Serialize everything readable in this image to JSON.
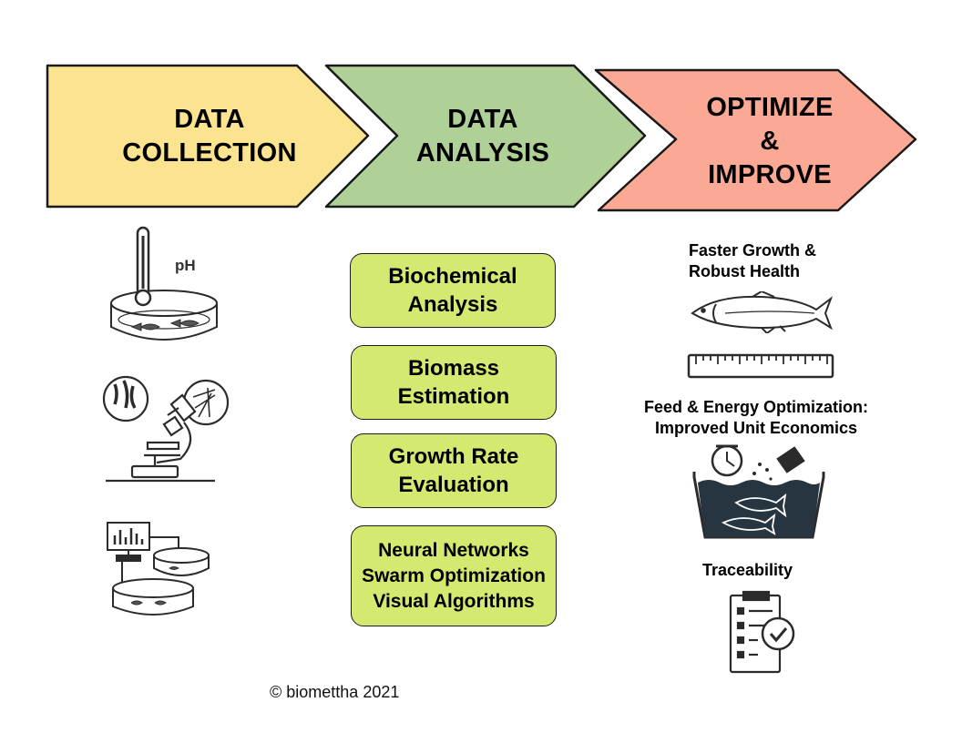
{
  "stages": [
    {
      "lines": [
        "DATA",
        "COLLECTION"
      ],
      "color": "#fce38f"
    },
    {
      "lines": [
        "DATA",
        "ANALYSIS"
      ],
      "color": "#afd198"
    },
    {
      "lines": [
        "OPTIMIZE",
        "&",
        "IMPROVE"
      ],
      "color": "#fba994"
    }
  ],
  "analysis_boxes": [
    {
      "lines": [
        "Biochemical",
        "Analysis"
      ]
    },
    {
      "lines": [
        "Biomass",
        "Estimation"
      ]
    },
    {
      "lines": [
        "Growth Rate",
        "Evaluation"
      ]
    },
    {
      "lines": [
        "Neural Networks",
        "Swarm Optimization",
        "Visual Algorithms"
      ]
    }
  ],
  "box_color": "#d4e96f",
  "collection_icons": {
    "ph_label": "pH",
    "items": [
      "thermometer-tank-icon",
      "microscope-icon",
      "monitor-tanks-icon"
    ]
  },
  "outcomes": [
    {
      "lines": [
        "Faster Growth &",
        "Robust Health"
      ],
      "icons": [
        "fish-icon",
        "ruler-icon"
      ]
    },
    {
      "lines": [
        "Feed & Energy Optimization:",
        "Improved Unit Economics"
      ],
      "icons": [
        "feeding-tank-icon"
      ]
    },
    {
      "lines": [
        "Traceability"
      ],
      "icons": [
        "clipboard-check-icon"
      ]
    }
  ],
  "copyright": "© biomettha 2021"
}
